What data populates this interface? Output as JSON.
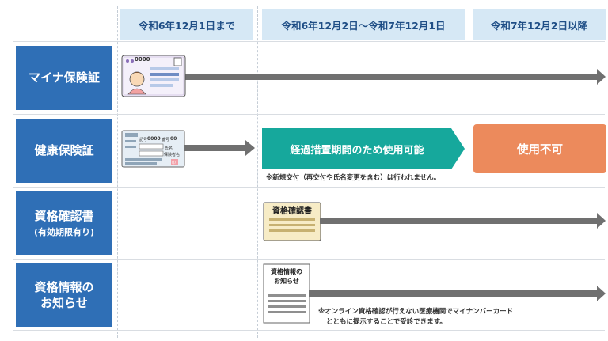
{
  "columns": [
    {
      "label": "令和6年12月1日まで"
    },
    {
      "label": "令和6年12月2日〜令和7年12月1日"
    },
    {
      "label": "令和7年12月2日以降"
    }
  ],
  "rows": [
    {
      "label": "マイナ保険証"
    },
    {
      "label": "健康保険証"
    },
    {
      "label": "資格確認書",
      "sublabel": "(有効期限有り)"
    },
    {
      "label": "資格情報の",
      "label2": "お知らせ"
    }
  ],
  "card_text": {
    "mynumber_code": "0000",
    "insurance_num_prefix": "記号",
    "insurance_num_a": "0000",
    "insurance_num_label": "番号",
    "insurance_num_b": "00",
    "insurance_name_label": "氏名",
    "insurance_holder_label": "保険者名",
    "insurance_stamp": "印"
  },
  "transition_banner": "経過措置期間のため使用可能",
  "unavailable_banner": "使用不可",
  "note_reissue": "※新規交付（再交付や氏名変更を含む）は行われません。",
  "doc_shikaku_title": "資格確認書",
  "doc_notice_title_1": "資格情報の",
  "doc_notice_title_2": "お知らせ",
  "note_notice_line1": "※オンライン資格確認が行えない医療機関でマイナンバーカード",
  "note_notice_line2": "とともに提示することで受診できます。",
  "colors": {
    "header_bg": "#d6e8f5",
    "row_label_bg": "#2f6fb6",
    "arrow": "#707070",
    "teal": "#16a89c",
    "orange": "#ec8a5c",
    "doc_bg": "#f7ecc6"
  }
}
